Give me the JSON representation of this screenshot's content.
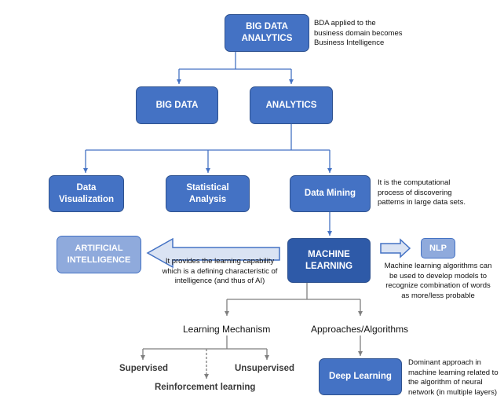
{
  "nodes": {
    "bda": [
      "BIG DATA",
      "ANALYTICS"
    ],
    "big_data": "BIG DATA",
    "analytics": "ANALYTICS",
    "data_visualization": [
      "Data",
      "Visualization"
    ],
    "statistical_analysis": [
      "Statistical",
      "Analysis"
    ],
    "data_mining": "Data Mining",
    "machine_learning": [
      "MACHINE",
      "LEARNING"
    ],
    "artificial_intelligence": [
      "ARTIFICIAL",
      "INTELLIGENCE"
    ],
    "nlp": "NLP",
    "deep_learning": "Deep Learning"
  },
  "notes": {
    "bda": [
      "BDA applied to the",
      "business domain becomes",
      "Business Intelligence"
    ],
    "data_mining": [
      "It is the computational",
      "process of discovering",
      "patterns in large data sets."
    ],
    "ai": [
      "It provides the learning capability",
      "which is a defining characteristic of",
      "intelligence (and thus of AI)"
    ],
    "nlp": [
      "Machine learning algorithms can",
      "be used to develop models to",
      "recognize combination of words",
      "as more/less probable"
    ],
    "deep_learning": [
      "Dominant approach in",
      "machine learning related to",
      "the algorithm of neural",
      "network (in multiple layers)"
    ]
  },
  "labels": {
    "learning_mechanism": "Learning Mechanism",
    "approaches": "Approaches/Algorithms",
    "supervised": "Supervised",
    "unsupervised": "Unsupervised",
    "reinforcement": "Reinforcement learning"
  },
  "colors": {
    "box_fill": "#4472c4",
    "box_border": "#2f528f",
    "box_light": "#8faadc",
    "connector_blue": "#4472c4",
    "connector_gray": "#7f7f7f"
  }
}
